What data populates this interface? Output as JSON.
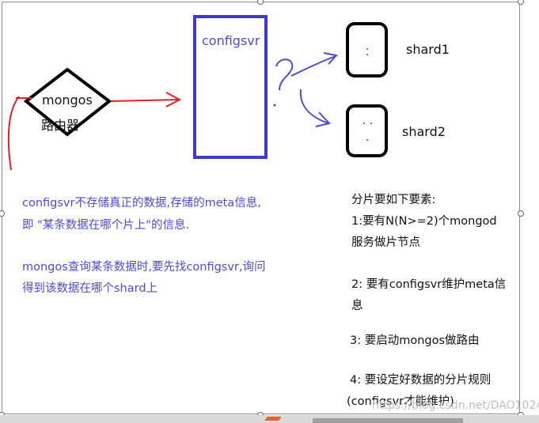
{
  "diagram": {
    "mongos_label_line1": "mongos",
    "mongos_label_line2": "路由器",
    "configsvr_label": "configsvr",
    "shard1_label": "shard1",
    "shard2_label": "shard2"
  },
  "notes_left": {
    "line1": "configsvr不存储真正的数据,存储的meta信息,",
    "line2": "即 \"某条数据在哪个片上\"的信息.",
    "line3": "mongos查询某条数据时,要先找configsvr,询问",
    "line4": "得到该数据在哪个shard上"
  },
  "notes_right": {
    "heading": "分片要如下要素:",
    "item1_line1": "1:要有N(N>=2)个mongod",
    "item1_line2": "服务做片节点",
    "item2_line1": "2: 要有configsvr维护meta信",
    "item2_line2": "息",
    "item3": "3: 要启动mongos做路由",
    "item4_line1": "4: 要设定好数据的分片规则",
    "item4_line2": "(configsvr才能维护)"
  },
  "watermark": "https://blog.csdn.net/DAO1024",
  "colors": {
    "blue": "#4b4bd6",
    "red": "#e0202a",
    "black": "#000000"
  }
}
